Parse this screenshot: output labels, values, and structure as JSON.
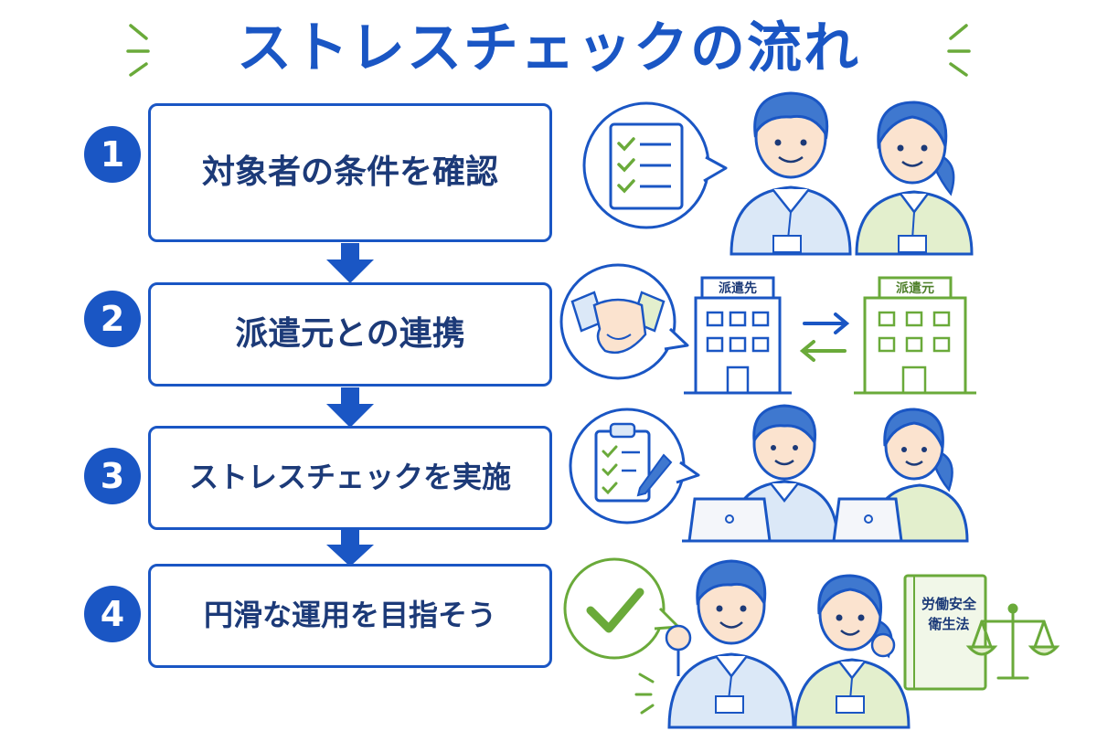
{
  "title": "ストレスチェックの流れ",
  "steps": [
    {
      "number": "1",
      "text": "対象者の条件を確認"
    },
    {
      "number": "2",
      "text": "派遣元との連携"
    },
    {
      "number": "3",
      "text": "ストレスチェックを実施"
    },
    {
      "number": "4",
      "text": "円滑な運用を目指そう"
    }
  ],
  "illustrations": {
    "building_dest_label": "派遣先",
    "building_src_label": "派遣元",
    "law_book_line1": "労働安全",
    "law_book_line2": "衛生法"
  },
  "colors": {
    "primary_blue": "#1a56c4",
    "accent_green": "#6aaa3a",
    "skin": "#fbe3cf",
    "shirt_blue": "#dbe8f7",
    "shirt_green": "#e3efcd"
  }
}
